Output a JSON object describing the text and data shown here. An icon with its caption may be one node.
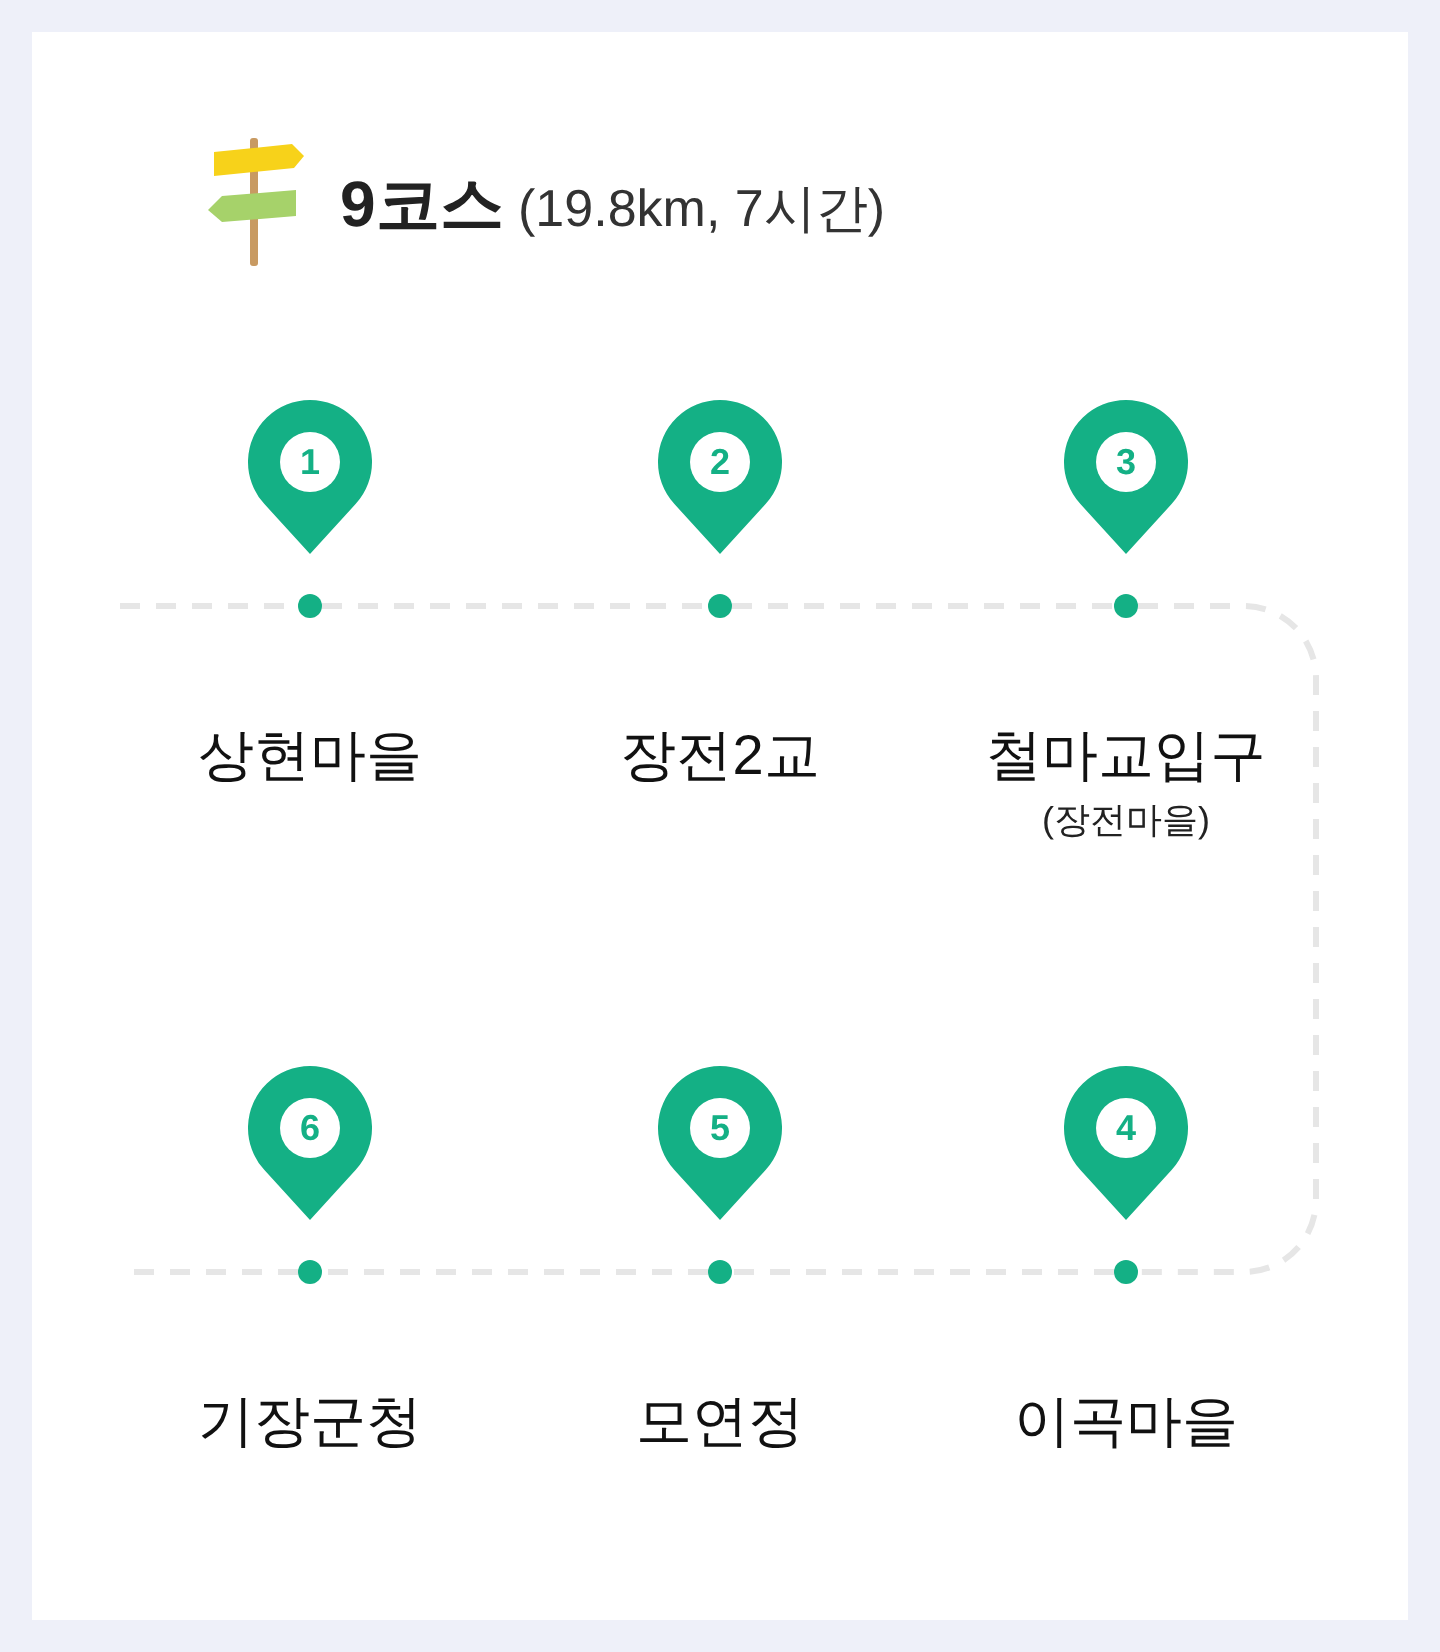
{
  "diagram": {
    "title": "**9코스** (19.8km, 7시간)",
    "nodes": [
      {
        "text": [
          "1"
        ],
        "beside": [
          "상현마을"
        ]
      },
      {
        "text": [
          "2"
        ],
        "beside": [
          "장전2교"
        ]
      },
      {
        "text": [
          "3"
        ],
        "beside": [
          "철마교입구",
          "(장전마을)"
        ]
      },
      {
        "text": [
          "4"
        ],
        "beside": [
          "이곡마을"
        ]
      },
      {
        "text": [
          "5"
        ],
        "beside": [
          "모연정"
        ]
      },
      {
        "text": [
          "6"
        ],
        "beside": [
          "기장군청"
        ]
      }
    ],
    "edges": [
      {
        "from": null,
        "to": 0,
        "arrow": "none",
        "style": "dashed"
      },
      {
        "from": 0,
        "to": 1,
        "arrow": "none",
        "style": "dashed"
      },
      {
        "from": 1,
        "to": 2,
        "arrow": "none",
        "style": "dashed"
      },
      {
        "from": 2,
        "to": 3,
        "arrow": "none",
        "style": "dashed"
      },
      {
        "from": 3,
        "to": 4,
        "arrow": "none",
        "style": "dashed"
      },
      {
        "from": 4,
        "to": 5,
        "arrow": "none",
        "style": "dashed"
      },
      {
        "from": 5,
        "to": null,
        "arrow": "none",
        "style": "dashed"
      }
    ]
  }
}
